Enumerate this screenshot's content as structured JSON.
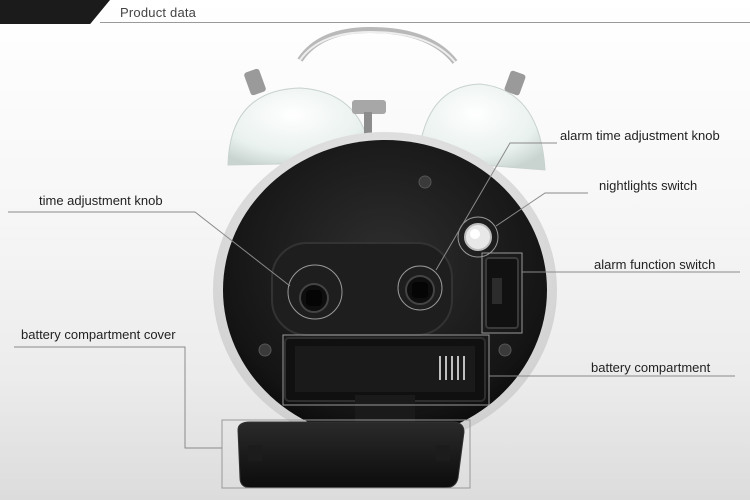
{
  "header": {
    "title": "Product data"
  },
  "labels": {
    "alarm_knob": "alarm time adjustment knob",
    "nightlight": "nightlights switch",
    "time_knob": "time adjustment knob",
    "alarm_switch": "alarm function switch",
    "battery_cover": "battery compartment cover",
    "battery_compartment": "battery compartment"
  }
}
